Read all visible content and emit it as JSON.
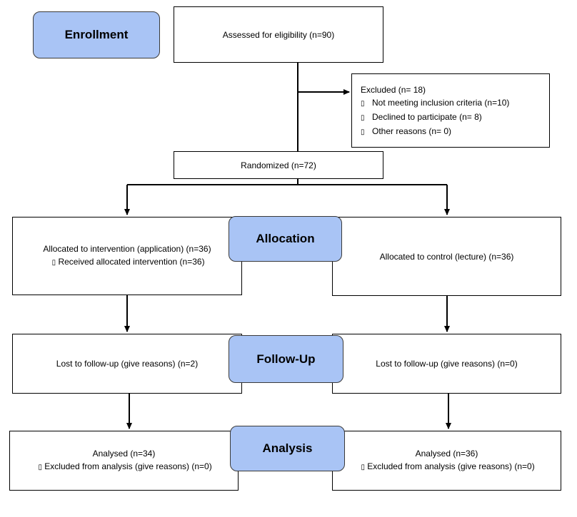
{
  "stages": {
    "enrollment": "Enrollment",
    "allocation": "Allocation",
    "follow_up": "Follow-Up",
    "analysis": "Analysis"
  },
  "enrollment": {
    "assessed": "Assessed for eligibility (n=90)",
    "excluded": {
      "title": "Excluded (n= 18)",
      "reasons": [
        "Not meeting inclusion criteria (n=10)",
        "Declined to participate (n= 8)",
        "Other reasons (n= 0)"
      ]
    },
    "randomized": "Randomized (n=72)"
  },
  "allocation": {
    "intervention": {
      "main": "Allocated to intervention (application) (n=36)",
      "sub": "Received allocated intervention (n=36)"
    },
    "control": {
      "main": "Allocated to control (lecture) (n=36)"
    }
  },
  "follow_up": {
    "intervention": "Lost to follow-up (give reasons) (n=2)",
    "control": "Lost to follow-up (give reasons) (n=0)"
  },
  "analysis": {
    "intervention": {
      "main": "Analysed (n=34)",
      "sub": "Excluded from analysis (give reasons) (n=0)"
    },
    "control": {
      "main": "Analysed (n=36)",
      "sub": "Excluded from analysis (give reasons) (n=0)"
    }
  },
  "bullet_glyph": "▯"
}
